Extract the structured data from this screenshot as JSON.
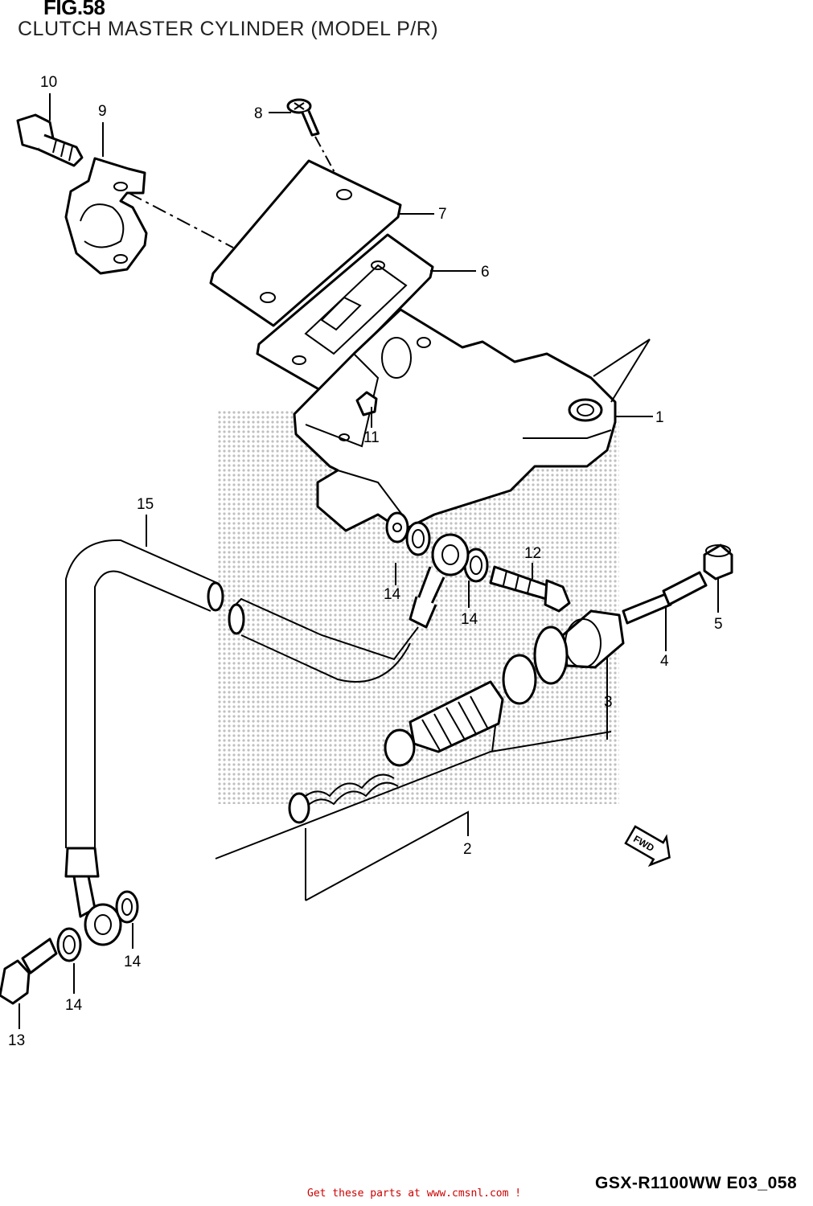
{
  "figure": {
    "number": "FIG.58",
    "title": "CLUTCH MASTER CYLINDER (MODEL P/R)"
  },
  "callouts": {
    "c1": "1",
    "c2": "2",
    "c3": "3",
    "c4": "4",
    "c5": "5",
    "c6": "6",
    "c7": "7",
    "c8": "8",
    "c9": "9",
    "c10": "10",
    "c11": "11",
    "c12": "12",
    "c13": "13",
    "c15": "15",
    "c14a": "14",
    "c14b": "14",
    "c14c": "14",
    "c14d": "14"
  },
  "fwd_marker": "FWD",
  "model_code": "GSX-R1100WW  E03_058",
  "source_link": "Get these parts at www.cmsnl.com !",
  "colors": {
    "ink": "#000000",
    "watermark": "#b5b5b5",
    "link": "#cc0000"
  }
}
